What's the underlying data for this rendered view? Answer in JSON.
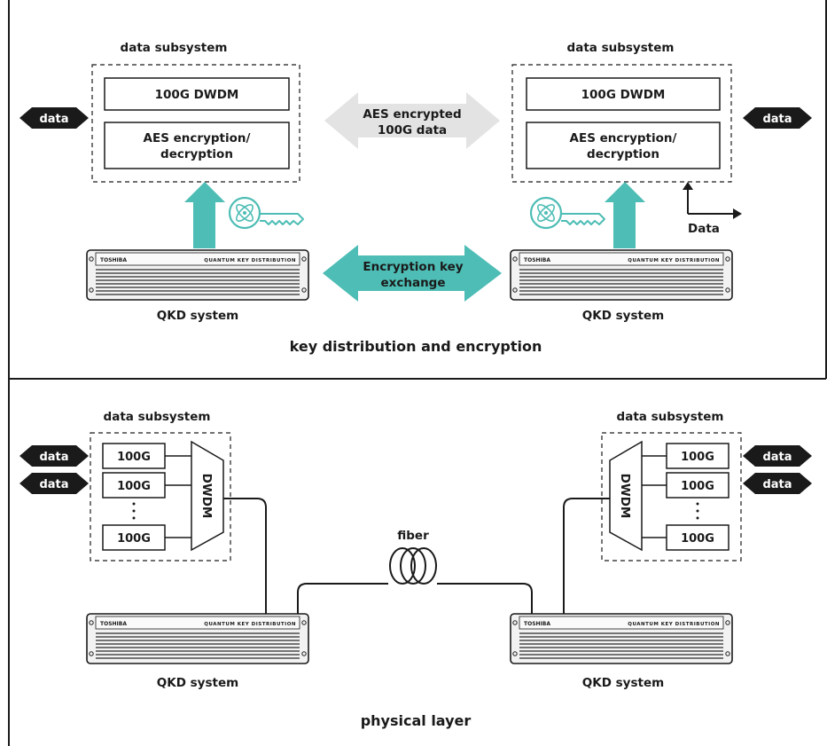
{
  "top": {
    "caption": "key distribution and encryption",
    "left_subsystem": {
      "title": "data subsystem",
      "dwdm_label": "100G DWDM",
      "aes_line1": "AES encryption/",
      "aes_line2": "decryption",
      "data_label": "data"
    },
    "right_subsystem": {
      "title": "data subsystem",
      "dwdm_label": "100G DWDM",
      "aes_line1": "AES encryption/",
      "aes_line2": "decryption",
      "data_label": "data"
    },
    "aes_link_line1": "AES encrypted",
    "aes_link_line2": "100G data",
    "key_link_line1": "Encryption key",
    "key_link_line2": "exchange",
    "data_axis_label": "Data",
    "left_qkd_label": "QKD system",
    "right_qkd_label": "QKD system"
  },
  "bottom": {
    "caption": "physical layer",
    "fiber_label": "fiber",
    "left_subsystem": {
      "title": "data subsystem",
      "mux_label": "DWDM",
      "channels": [
        "100G",
        "100G",
        "100G"
      ],
      "data_labels": [
        "data",
        "data"
      ]
    },
    "right_subsystem": {
      "title": "data subsystem",
      "mux_label": "DWDM",
      "channels": [
        "100G",
        "100G",
        "100G"
      ],
      "data_labels": [
        "data",
        "data"
      ]
    },
    "left_qkd_label": "QKD system",
    "right_qkd_label": "QKD system"
  },
  "device": {
    "brand": "TOSHIBA",
    "model_text": "QUANTUM KEY DISTRIBUTION"
  },
  "colors": {
    "teal": "#4dbdb5",
    "gray_arrow": "#e3e3e3",
    "dark": "#1a1a1a"
  },
  "icons": [
    "atom-key-icon",
    "atom-key-icon"
  ]
}
